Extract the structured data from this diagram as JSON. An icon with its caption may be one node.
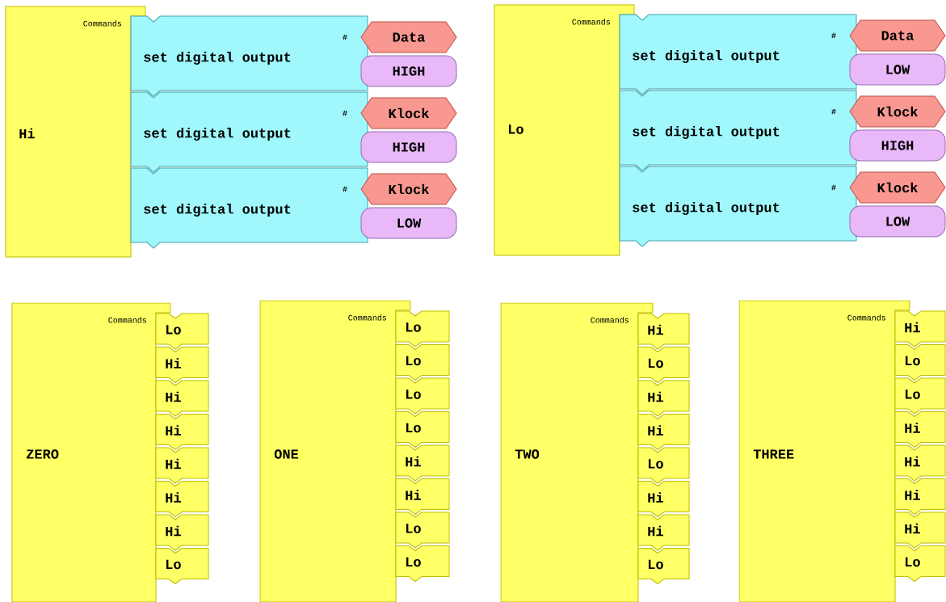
{
  "diagram": {
    "nodes": [
      {
        "text": [
          "Commands",
          "Hi"
        ]
      },
      {
        "text": [
          "#",
          "set digital output"
        ]
      },
      {
        "text": [
          "Data"
        ]
      },
      {
        "text": [
          "HIGH"
        ]
      },
      {
        "text": [
          "#",
          "set digital output"
        ]
      },
      {
        "text": [
          "Klock"
        ]
      },
      {
        "text": [
          "HIGH"
        ]
      },
      {
        "text": [
          "#",
          "set digital output"
        ]
      },
      {
        "text": [
          "Klock"
        ]
      },
      {
        "text": [
          "LOW"
        ]
      },
      {
        "text": [
          "Commands",
          "Lo"
        ]
      },
      {
        "text": [
          "#",
          "set digital output"
        ]
      },
      {
        "text": [
          "Data"
        ]
      },
      {
        "text": [
          "LOW"
        ]
      },
      {
        "text": [
          "#",
          "set digital output"
        ]
      },
      {
        "text": [
          "Klock"
        ]
      },
      {
        "text": [
          "HIGH"
        ]
      },
      {
        "text": [
          "#",
          "set digital output"
        ]
      },
      {
        "text": [
          "Klock"
        ]
      },
      {
        "text": [
          "LOW"
        ]
      },
      {
        "text": [
          "Commands",
          "ZERO"
        ]
      },
      {
        "text": [
          "Lo"
        ]
      },
      {
        "text": [
          "Hi"
        ]
      },
      {
        "text": [
          "Hi"
        ]
      },
      {
        "text": [
          "Hi"
        ]
      },
      {
        "text": [
          "Hi"
        ]
      },
      {
        "text": [
          "Hi"
        ]
      },
      {
        "text": [
          "Hi"
        ]
      },
      {
        "text": [
          "Lo"
        ]
      },
      {
        "text": [
          "Commands",
          "ONE"
        ]
      },
      {
        "text": [
          "Lo"
        ]
      },
      {
        "text": [
          "Lo"
        ]
      },
      {
        "text": [
          "Lo"
        ]
      },
      {
        "text": [
          "Lo"
        ]
      },
      {
        "text": [
          "Hi"
        ]
      },
      {
        "text": [
          "Hi"
        ]
      },
      {
        "text": [
          "Lo"
        ]
      },
      {
        "text": [
          "Lo"
        ]
      },
      {
        "text": [
          "Commands",
          "TWO"
        ]
      },
      {
        "text": [
          "Hi"
        ]
      },
      {
        "text": [
          "Lo"
        ]
      },
      {
        "text": [
          "Hi"
        ]
      },
      {
        "text": [
          "Hi"
        ]
      },
      {
        "text": [
          "Lo"
        ]
      },
      {
        "text": [
          "Hi"
        ]
      },
      {
        "text": [
          "Hi"
        ]
      },
      {
        "text": [
          "Lo"
        ]
      },
      {
        "text": [
          "Commands",
          "THREE"
        ]
      },
      {
        "text": [
          "Hi"
        ]
      },
      {
        "text": [
          "Lo"
        ]
      },
      {
        "text": [
          "Lo"
        ]
      },
      {
        "text": [
          "Hi"
        ]
      },
      {
        "text": [
          "Hi"
        ]
      },
      {
        "text": [
          "Hi"
        ]
      },
      {
        "text": [
          "Hi"
        ]
      },
      {
        "text": [
          "Lo"
        ]
      }
    ]
  }
}
